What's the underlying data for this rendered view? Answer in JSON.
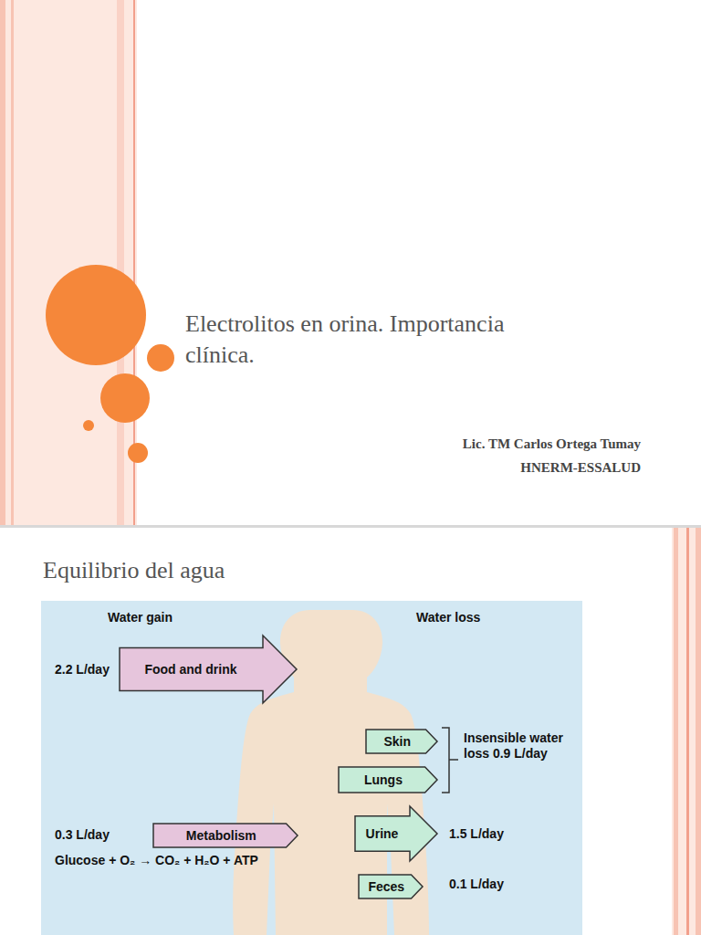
{
  "diagram": {
    "title": "Electrolitos en orina. Importancia clínica.",
    "nodes": [
      {
        "text": [
          "Food and drink"
        ]
      },
      {
        "text": [
          "Skin"
        ]
      },
      {
        "text": [
          "Lungs"
        ]
      },
      {
        "text": [
          "Metabolism"
        ]
      },
      {
        "text": [
          "Urine"
        ]
      },
      {
        "text": [
          "Feces"
        ]
      }
    ],
    "labels": [
      "Lic. TM Carlos Ortega Tumay",
      "HNERM-ESSALUD",
      "Equilibrio del agua",
      "Water gain",
      "Water loss",
      "2.2 L/day",
      "Insensible water loss 0.9 L/day",
      "0.3 L/day",
      "Glucose + O₂ → CO₂ + H₂O + ATP",
      "1.5 L/day",
      "0.1 L/day"
    ]
  }
}
